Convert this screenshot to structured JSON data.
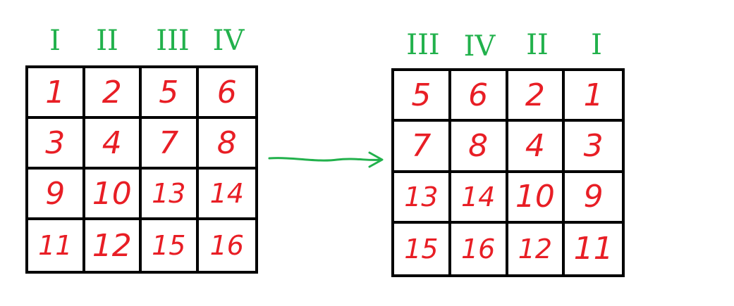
{
  "colors": {
    "label": "#22b14c",
    "numbers": "#e81e25",
    "grid": "#000000",
    "arrow": "#22b14c"
  },
  "left_grid": {
    "column_labels": [
      "I",
      "II",
      "III",
      "IV"
    ],
    "rows": [
      [
        "1",
        "2",
        "5",
        "6"
      ],
      [
        "3",
        "4",
        "7",
        "8"
      ],
      [
        "9",
        "10",
        "13",
        "14"
      ],
      [
        "11",
        "12",
        "15",
        "16"
      ]
    ]
  },
  "right_grid": {
    "column_labels": [
      "III",
      "IV",
      "II",
      "I"
    ],
    "rows": [
      [
        "5",
        "6",
        "2",
        "1"
      ],
      [
        "7",
        "8",
        "4",
        "3"
      ],
      [
        "13",
        "14",
        "10",
        "9"
      ],
      [
        "15",
        "16",
        "12",
        "11"
      ]
    ]
  },
  "arrow_icon": "right-arrow-icon"
}
